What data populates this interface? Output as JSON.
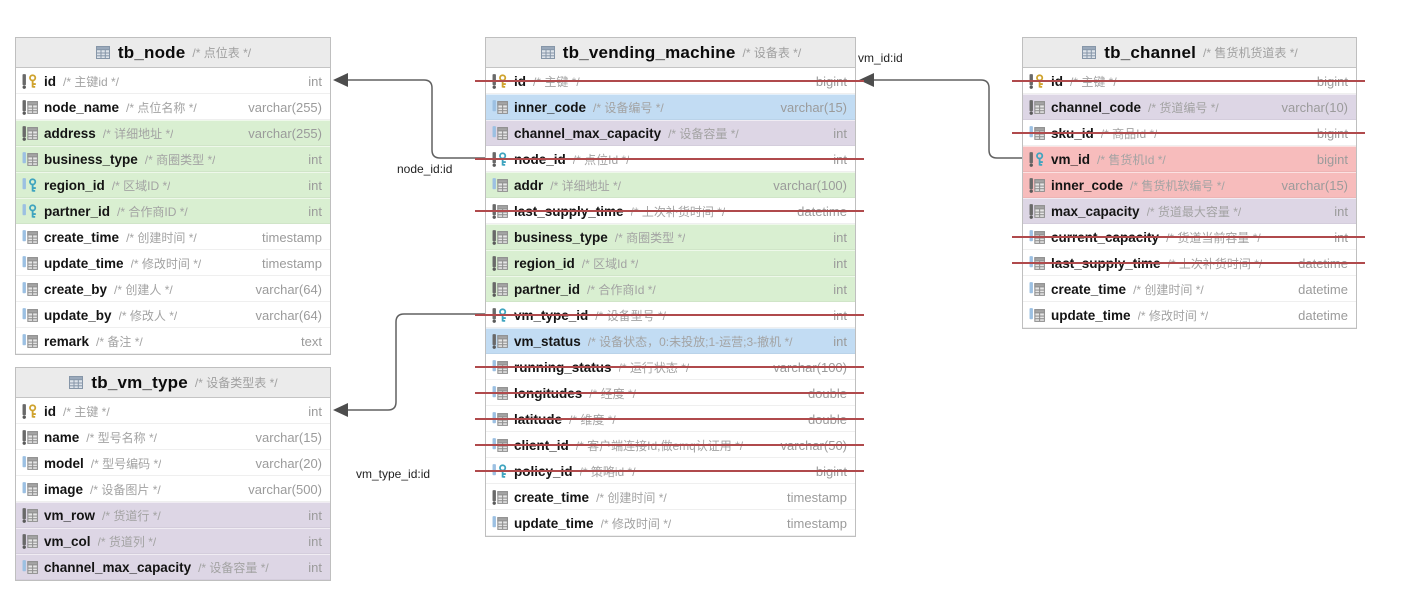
{
  "diagram": {
    "tables": [
      {
        "id": "tb_node",
        "name": "tb_node",
        "comment": "/* 点位表 */",
        "columns": [
          {
            "name": "id",
            "comment": "/* 主键id */",
            "type": "int",
            "icon": "pk",
            "nn": true,
            "highlight": "none",
            "struck": false
          },
          {
            "name": "node_name",
            "comment": "/* 点位名称 */",
            "type": "varchar(255)",
            "icon": "col",
            "nn": true,
            "highlight": "none",
            "struck": false
          },
          {
            "name": "address",
            "comment": "/* 详细地址 */",
            "type": "varchar(255)",
            "icon": "col",
            "nn": true,
            "highlight": "green",
            "struck": false
          },
          {
            "name": "business_type",
            "comment": "/* 商圈类型 */",
            "type": "int",
            "icon": "col",
            "nn": false,
            "highlight": "green",
            "struck": false
          },
          {
            "name": "region_id",
            "comment": "/* 区域ID */",
            "type": "int",
            "icon": "fk",
            "nn": false,
            "highlight": "green",
            "struck": false
          },
          {
            "name": "partner_id",
            "comment": "/* 合作商ID */",
            "type": "int",
            "icon": "fk",
            "nn": false,
            "highlight": "green",
            "struck": false
          },
          {
            "name": "create_time",
            "comment": "/* 创建时间 */",
            "type": "timestamp",
            "icon": "col",
            "nn": false,
            "highlight": "none",
            "struck": false
          },
          {
            "name": "update_time",
            "comment": "/* 修改时间 */",
            "type": "timestamp",
            "icon": "col",
            "nn": false,
            "highlight": "none",
            "struck": false
          },
          {
            "name": "create_by",
            "comment": "/* 创建人 */",
            "type": "varchar(64)",
            "icon": "col",
            "nn": false,
            "highlight": "none",
            "struck": false
          },
          {
            "name": "update_by",
            "comment": "/* 修改人 */",
            "type": "varchar(64)",
            "icon": "col",
            "nn": false,
            "highlight": "none",
            "struck": false
          },
          {
            "name": "remark",
            "comment": "/* 备注 */",
            "type": "text",
            "icon": "col",
            "nn": false,
            "highlight": "none",
            "struck": false
          }
        ]
      },
      {
        "id": "tb_vending_machine",
        "name": "tb_vending_machine",
        "comment": "/* 设备表 */",
        "columns": [
          {
            "name": "id",
            "comment": "/* 主键 */",
            "type": "bigint",
            "icon": "pk",
            "nn": true,
            "highlight": "none",
            "struck": true
          },
          {
            "name": "inner_code",
            "comment": "/* 设备编号 */",
            "type": "varchar(15)",
            "icon": "col",
            "nn": false,
            "highlight": "blue",
            "struck": false
          },
          {
            "name": "channel_max_capacity",
            "comment": "/* 设备容量 */",
            "type": "int",
            "icon": "col",
            "nn": false,
            "highlight": "purple",
            "struck": false
          },
          {
            "name": "node_id",
            "comment": "/* 点位Id */",
            "type": "int",
            "icon": "fk",
            "nn": true,
            "highlight": "none",
            "struck": true
          },
          {
            "name": "addr",
            "comment": "/* 详细地址 */",
            "type": "varchar(100)",
            "icon": "col",
            "nn": false,
            "highlight": "green",
            "struck": false
          },
          {
            "name": "last_supply_time",
            "comment": "/* 上次补货时间 */",
            "type": "datetime",
            "icon": "col",
            "nn": true,
            "highlight": "none",
            "struck": true
          },
          {
            "name": "business_type",
            "comment": "/* 商圈类型 */",
            "type": "int",
            "icon": "col",
            "nn": true,
            "highlight": "green",
            "struck": false
          },
          {
            "name": "region_id",
            "comment": "/* 区域Id */",
            "type": "int",
            "icon": "col",
            "nn": true,
            "highlight": "green",
            "struck": false
          },
          {
            "name": "partner_id",
            "comment": "/* 合作商Id */",
            "type": "int",
            "icon": "col",
            "nn": true,
            "highlight": "green",
            "struck": false
          },
          {
            "name": "vm_type_id",
            "comment": "/* 设备型号 */",
            "type": "int",
            "icon": "fk",
            "nn": true,
            "highlight": "none",
            "struck": true
          },
          {
            "name": "vm_status",
            "comment": "/* 设备状态，0:未投放;1-运营;3-撤机 */",
            "type": "int",
            "icon": "col",
            "nn": true,
            "highlight": "blue",
            "struck": false
          },
          {
            "name": "running_status",
            "comment": "/* 运行状态 */",
            "type": "varchar(100)",
            "icon": "col",
            "nn": false,
            "highlight": "none",
            "struck": true
          },
          {
            "name": "longitudes",
            "comment": "/* 经度 */",
            "type": "double",
            "icon": "col",
            "nn": false,
            "highlight": "none",
            "struck": true
          },
          {
            "name": "latitude",
            "comment": "/* 维度 */",
            "type": "double",
            "icon": "col",
            "nn": false,
            "highlight": "none",
            "struck": true
          },
          {
            "name": "client_id",
            "comment": "/* 客户端连接Id,做emq认证用 */",
            "type": "varchar(50)",
            "icon": "col",
            "nn": false,
            "highlight": "none",
            "struck": true
          },
          {
            "name": "policy_id",
            "comment": "/* 策略id */",
            "type": "bigint",
            "icon": "fk",
            "nn": false,
            "highlight": "none",
            "struck": true
          },
          {
            "name": "create_time",
            "comment": "/* 创建时间 */",
            "type": "timestamp",
            "icon": "col",
            "nn": true,
            "highlight": "none",
            "struck": false
          },
          {
            "name": "update_time",
            "comment": "/* 修改时间 */",
            "type": "timestamp",
            "icon": "col",
            "nn": false,
            "highlight": "none",
            "struck": false
          }
        ]
      },
      {
        "id": "tb_channel",
        "name": "tb_channel",
        "comment": "/* 售货机货道表 */",
        "columns": [
          {
            "name": "id",
            "comment": "/* 主键 */",
            "type": "bigint",
            "icon": "pk",
            "nn": true,
            "highlight": "none",
            "struck": true
          },
          {
            "name": "channel_code",
            "comment": "/* 货道编号 */",
            "type": "varchar(10)",
            "icon": "col",
            "nn": true,
            "highlight": "purple",
            "struck": false
          },
          {
            "name": "sku_id",
            "comment": "/* 商品Id */",
            "type": "bigint",
            "icon": "col",
            "nn": false,
            "highlight": "none",
            "struck": true
          },
          {
            "name": "vm_id",
            "comment": "/* 售货机Id */",
            "type": "bigint",
            "icon": "fk",
            "nn": true,
            "highlight": "pink",
            "struck": false
          },
          {
            "name": "inner_code",
            "comment": "/* 售货机软编号 */",
            "type": "varchar(15)",
            "icon": "col",
            "nn": true,
            "highlight": "pink",
            "struck": false
          },
          {
            "name": "max_capacity",
            "comment": "/* 货道最大容量 */",
            "type": "int",
            "icon": "col",
            "nn": true,
            "highlight": "purple",
            "struck": false
          },
          {
            "name": "current_capacity",
            "comment": "/* 货道当前容量 */",
            "type": "int",
            "icon": "col",
            "nn": false,
            "highlight": "none",
            "struck": true
          },
          {
            "name": "last_supply_time",
            "comment": "/* 上次补货时间 */",
            "type": "datetime",
            "icon": "col",
            "nn": false,
            "highlight": "none",
            "struck": true
          },
          {
            "name": "create_time",
            "comment": "/* 创建时间 */",
            "type": "datetime",
            "icon": "col",
            "nn": false,
            "highlight": "none",
            "struck": false
          },
          {
            "name": "update_time",
            "comment": "/* 修改时间 */",
            "type": "datetime",
            "icon": "col",
            "nn": false,
            "highlight": "none",
            "struck": false
          }
        ]
      },
      {
        "id": "tb_vm_type",
        "name": "tb_vm_type",
        "comment": "/* 设备类型表 */",
        "columns": [
          {
            "name": "id",
            "comment": "/* 主键 */",
            "type": "int",
            "icon": "pk",
            "nn": true,
            "highlight": "none",
            "struck": false
          },
          {
            "name": "name",
            "comment": "/* 型号名称 */",
            "type": "varchar(15)",
            "icon": "col",
            "nn": true,
            "highlight": "none",
            "struck": false
          },
          {
            "name": "model",
            "comment": "/* 型号编码 */",
            "type": "varchar(20)",
            "icon": "col",
            "nn": false,
            "highlight": "none",
            "struck": false
          },
          {
            "name": "image",
            "comment": "/* 设备图片 */",
            "type": "varchar(500)",
            "icon": "col",
            "nn": false,
            "highlight": "none",
            "struck": false
          },
          {
            "name": "vm_row",
            "comment": "/* 货道行 */",
            "type": "int",
            "icon": "col",
            "nn": true,
            "highlight": "purple",
            "struck": false
          },
          {
            "name": "vm_col",
            "comment": "/* 货道列 */",
            "type": "int",
            "icon": "col",
            "nn": true,
            "highlight": "purple",
            "struck": false
          },
          {
            "name": "channel_max_capacity",
            "comment": "/* 设备容量 */",
            "type": "int",
            "icon": "col",
            "nn": false,
            "highlight": "purple",
            "struck": false
          }
        ]
      }
    ],
    "relations": [
      {
        "id": "node_id",
        "label": "node_id:id"
      },
      {
        "id": "vm_type_id",
        "label": "vm_type_id:id"
      },
      {
        "id": "vm_id",
        "label": "vm_id:id"
      }
    ],
    "colors": {
      "highlight_green": "#d9efd1",
      "highlight_blue": "#c2dcf3",
      "highlight_purple": "#ddd6e5",
      "highlight_pink": "#f7bcbc",
      "strike_red": "#b04a4c",
      "header_gray": "#ebebeb",
      "pk_key_gold": "#cfa32e",
      "fk_key_teal": "#3fa4bf",
      "relation_line": "#606060"
    }
  }
}
